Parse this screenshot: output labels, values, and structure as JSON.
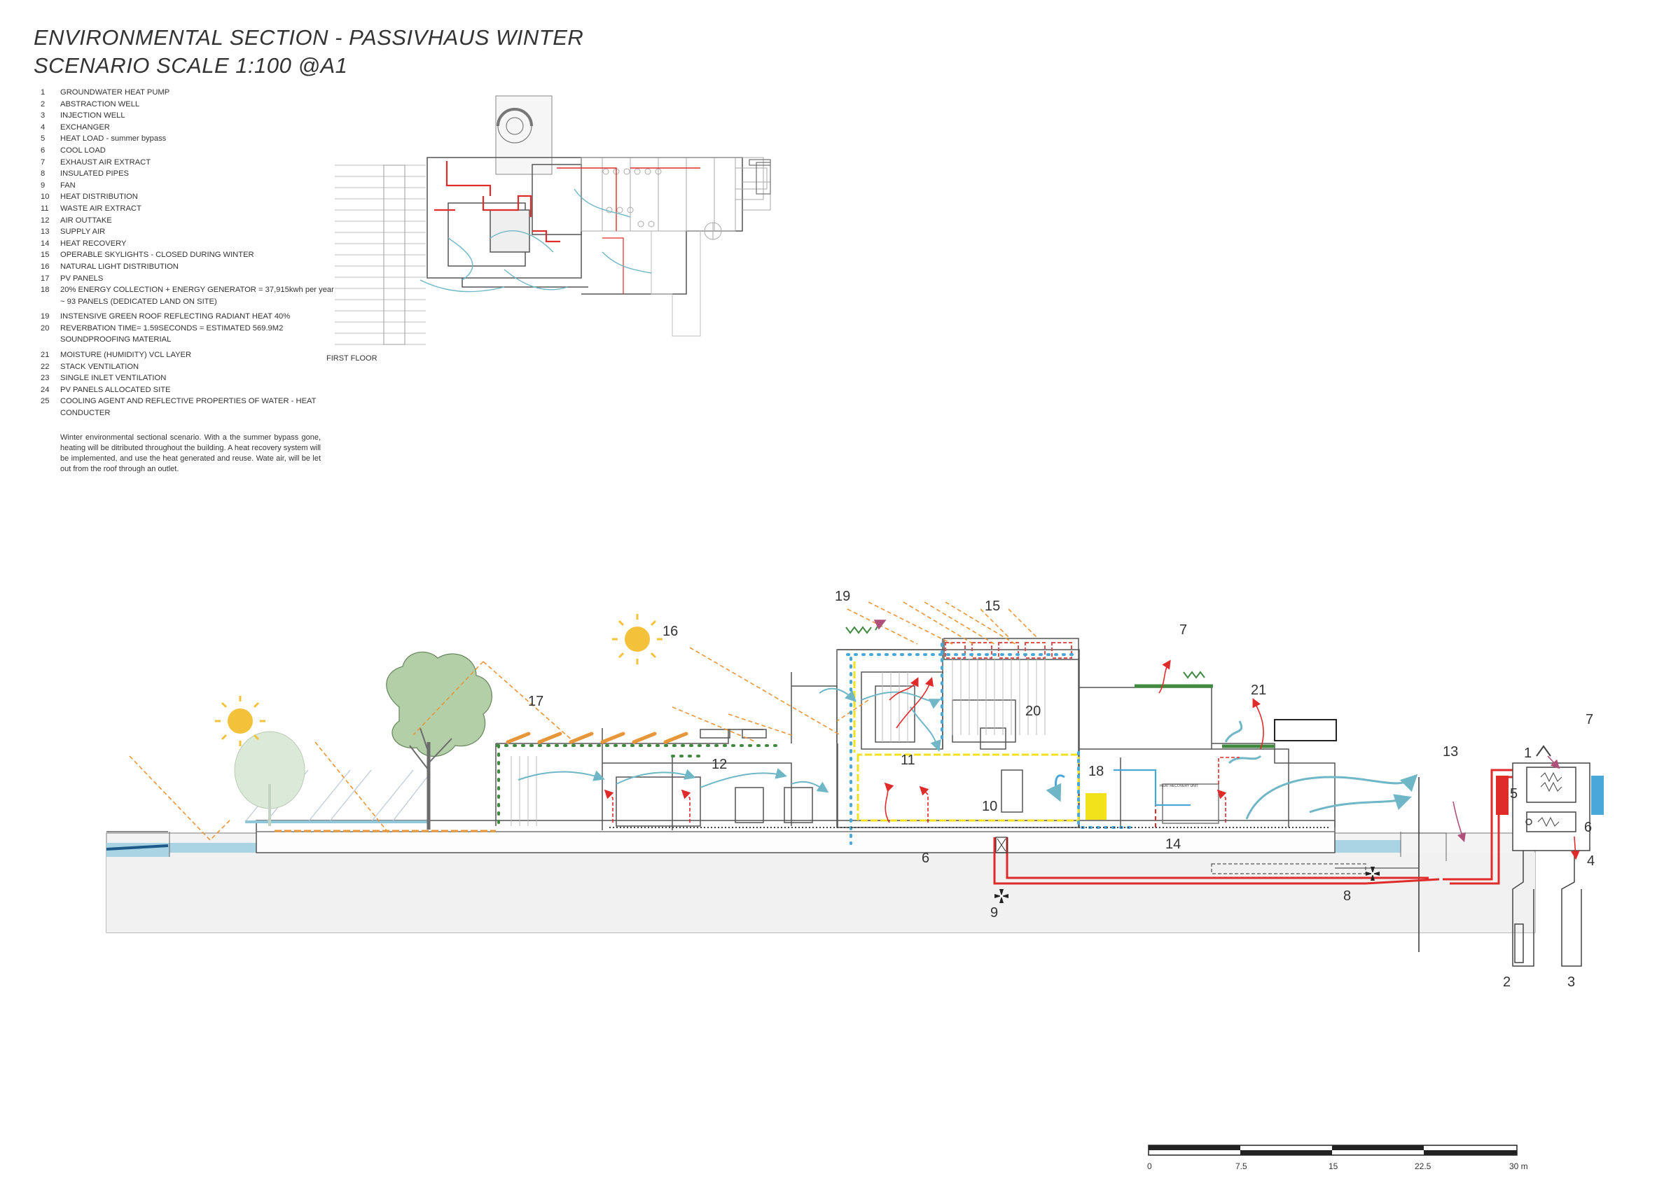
{
  "title": {
    "line1": "ENVIRONMENTAL SECTION - PASSIVHAUS WINTER",
    "line2": "SCENARIO SCALE 1:100 @A1"
  },
  "legend": [
    {
      "n": "1",
      "t": "GROUNDWATER HEAT PUMP"
    },
    {
      "n": "2",
      "t": "ABSTRACTION WELL"
    },
    {
      "n": "3",
      "t": "INJECTION WELL"
    },
    {
      "n": "4",
      "t": "EXCHANGER"
    },
    {
      "n": "5",
      "t": "HEAT LOAD - summer bypass"
    },
    {
      "n": "6",
      "t": "COOL LOAD"
    },
    {
      "n": "7",
      "t": "EXHAUST AIR EXTRACT"
    },
    {
      "n": "8",
      "t": "INSULATED PIPES"
    },
    {
      "n": "9",
      "t": "FAN"
    },
    {
      "n": "10",
      "t": "HEAT DISTRIBUTION"
    },
    {
      "n": "11",
      "t": "WASTE AIR EXTRACT"
    },
    {
      "n": "12",
      "t": "AIR OUTTAKE"
    },
    {
      "n": "13",
      "t": "SUPPLY AIR"
    },
    {
      "n": "14",
      "t": "HEAT RECOVERY"
    },
    {
      "n": "15",
      "t": "OPERABLE SKYLIGHTS - CLOSED DURING WINTER"
    },
    {
      "n": "16",
      "t": "NATURAL LIGHT DISTRIBUTION"
    },
    {
      "n": "17",
      "t": "PV PANELS"
    },
    {
      "n": "18",
      "t": "20% ENERGY COLLECTION + ENERGY GENERATOR = 37,915kwh per year ~ 93 PANELS (DEDICATED LAND ON SITE)"
    },
    {
      "n": "19",
      "t": "INSTENSIVE GREEN ROOF REFLECTING RADIANT HEAT 40%"
    },
    {
      "n": "20",
      "t": "REVERBATION TIME= 1.59SECONDS = ESTIMATED 569.9M2 SOUNDPROOFING MATERIAL"
    },
    {
      "n": "21",
      "t": "MOISTURE (HUMIDITY) VCL LAYER"
    },
    {
      "n": "22",
      "t": "STACK VENTILATION"
    },
    {
      "n": "23",
      "t": "SINGLE INLET VENTILATION"
    },
    {
      "n": "24",
      "t": "PV PANELS ALLOCATED SITE"
    },
    {
      "n": "25",
      "t": "COOLING AGENT AND REFLECTIVE PROPERTIES OF WATER - HEAT CONDUCTER"
    }
  ],
  "description": "Winter environmental sectional scenario. With a the summer bypass gone, heating will be ditributed throughout the building. A heat recovery system will be implemented, and use the heat generated and reuse. Wate air, will be let out from the roof through an outlet.",
  "plan_label": "FIRST FLOOR",
  "section_labels": {
    "l1": "1",
    "l2": "2",
    "l3": "3",
    "l4": "4",
    "l5": "5",
    "l6a": "6",
    "l6b": "6",
    "l7a": "7",
    "l7b": "7",
    "l8": "8",
    "l9": "9",
    "l10": "10",
    "l11": "11",
    "l12": "12",
    "l13": "13",
    "l14": "14",
    "l15": "15",
    "l16": "16",
    "l17": "17",
    "l18": "18",
    "l19": "19",
    "l20": "20",
    "l21": "21"
  },
  "unit_label": "HEAT RECOVERY UNIT",
  "scale_bar": {
    "t0": "0",
    "t1": "7.5",
    "t2": "15",
    "t3": "22.5",
    "t4": "30 m"
  },
  "colors": {
    "heat": "#e02b2b",
    "cool": "#4aa8d8",
    "air": "#6fb7c6",
    "sun": "#f3c13a",
    "green": "#3f8a3f",
    "yellow": "#f1e21b",
    "orange": "#e8963a",
    "water": "#a9d4e4"
  }
}
